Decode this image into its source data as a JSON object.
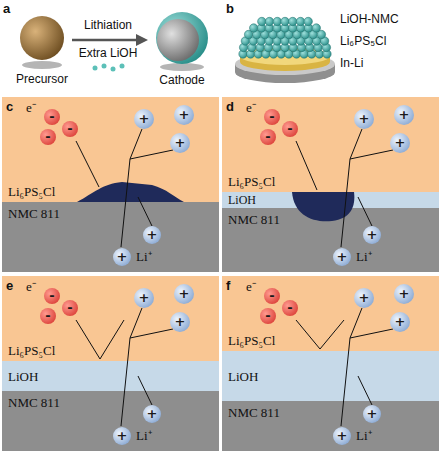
{
  "diagram": {
    "nodes": [
      {
        "text": [
          "Li₆PS₅Cl"
        ]
      },
      {
        "text": [
          "-"
        ],
        "in": 0
      },
      {
        "text": [
          "-"
        ],
        "in": 0
      },
      {
        "text": [
          "-"
        ],
        "in": 0
      },
      {
        "text": [
          "+"
        ],
        "in": 0
      },
      {
        "text": [
          "+"
        ],
        "in": 0
      },
      {
        "text": [
          "+"
        ],
        "in": 0
      },
      {
        "text": [
          "NMC 811"
        ]
      },
      {
        "text": [
          "+"
        ],
        "in": 7
      },
      {
        "text": [
          "+"
        ],
        "in": 7
      },
      {
        "text": [
          "Li₆PS₅Cl"
        ]
      },
      {
        "text": [
          "-"
        ],
        "in": 10
      },
      {
        "text": [
          "-"
        ],
        "in": 10
      },
      {
        "text": [
          "-"
        ],
        "in": 10
      },
      {
        "text": [
          "+"
        ],
        "in": 10
      },
      {
        "text": [
          "+"
        ],
        "in": 10
      },
      {
        "text": [
          "+"
        ],
        "in": 10
      },
      {
        "text": [
          "LiOH"
        ]
      },
      {
        "text": [
          "NMC 811"
        ]
      },
      {
        "text": [
          "+"
        ],
        "in": 18
      },
      {
        "text": [
          "+"
        ],
        "in": 18
      },
      {
        "text": [
          "Li₆PS₅Cl"
        ]
      },
      {
        "text": [
          "-"
        ],
        "in": 21
      },
      {
        "text": [
          "-"
        ],
        "in": 21
      },
      {
        "text": [
          "-"
        ],
        "in": 21
      },
      {
        "text": [
          "+"
        ],
        "in": 21
      },
      {
        "text": [
          "+"
        ],
        "in": 21
      },
      {
        "text": [
          "+"
        ],
        "in": 21
      },
      {
        "text": [
          "LiOH"
        ]
      },
      {
        "text": [
          "NMC 811"
        ]
      },
      {
        "text": [
          "+"
        ],
        "in": 29
      },
      {
        "text": [
          "+"
        ],
        "in": 29
      },
      {
        "text": [
          "Li₆PS₅Cl"
        ]
      },
      {
        "text": [
          "-"
        ],
        "in": 32
      },
      {
        "text": [
          "-"
        ],
        "in": 32
      },
      {
        "text": [
          "-"
        ],
        "in": 32
      },
      {
        "text": [
          "+"
        ],
        "in": 32
      },
      {
        "text": [
          "+"
        ],
        "in": 32
      },
      {
        "text": [
          "+"
        ],
        "in": 32
      },
      {
        "text": [
          "LiOH"
        ]
      },
      {
        "text": [
          "NMC 811"
        ]
      },
      {
        "text": [
          "+"
        ],
        "in": 40
      },
      {
        "text": [
          "+"
        ],
        "in": 40
      }
    ],
    "labels": [
      "a",
      "Lithiation",
      "Extra LiOH",
      "Precursor",
      "Cathode",
      "b",
      "LiOH-NMC",
      "Li₆PS₅Cl",
      "In-Li",
      "c",
      "e⁻",
      "Li⁺",
      "d",
      "e⁻",
      "Li⁺",
      "e",
      "e⁻",
      "Li⁺",
      "f",
      "e⁻",
      "Li⁺"
    ]
  }
}
